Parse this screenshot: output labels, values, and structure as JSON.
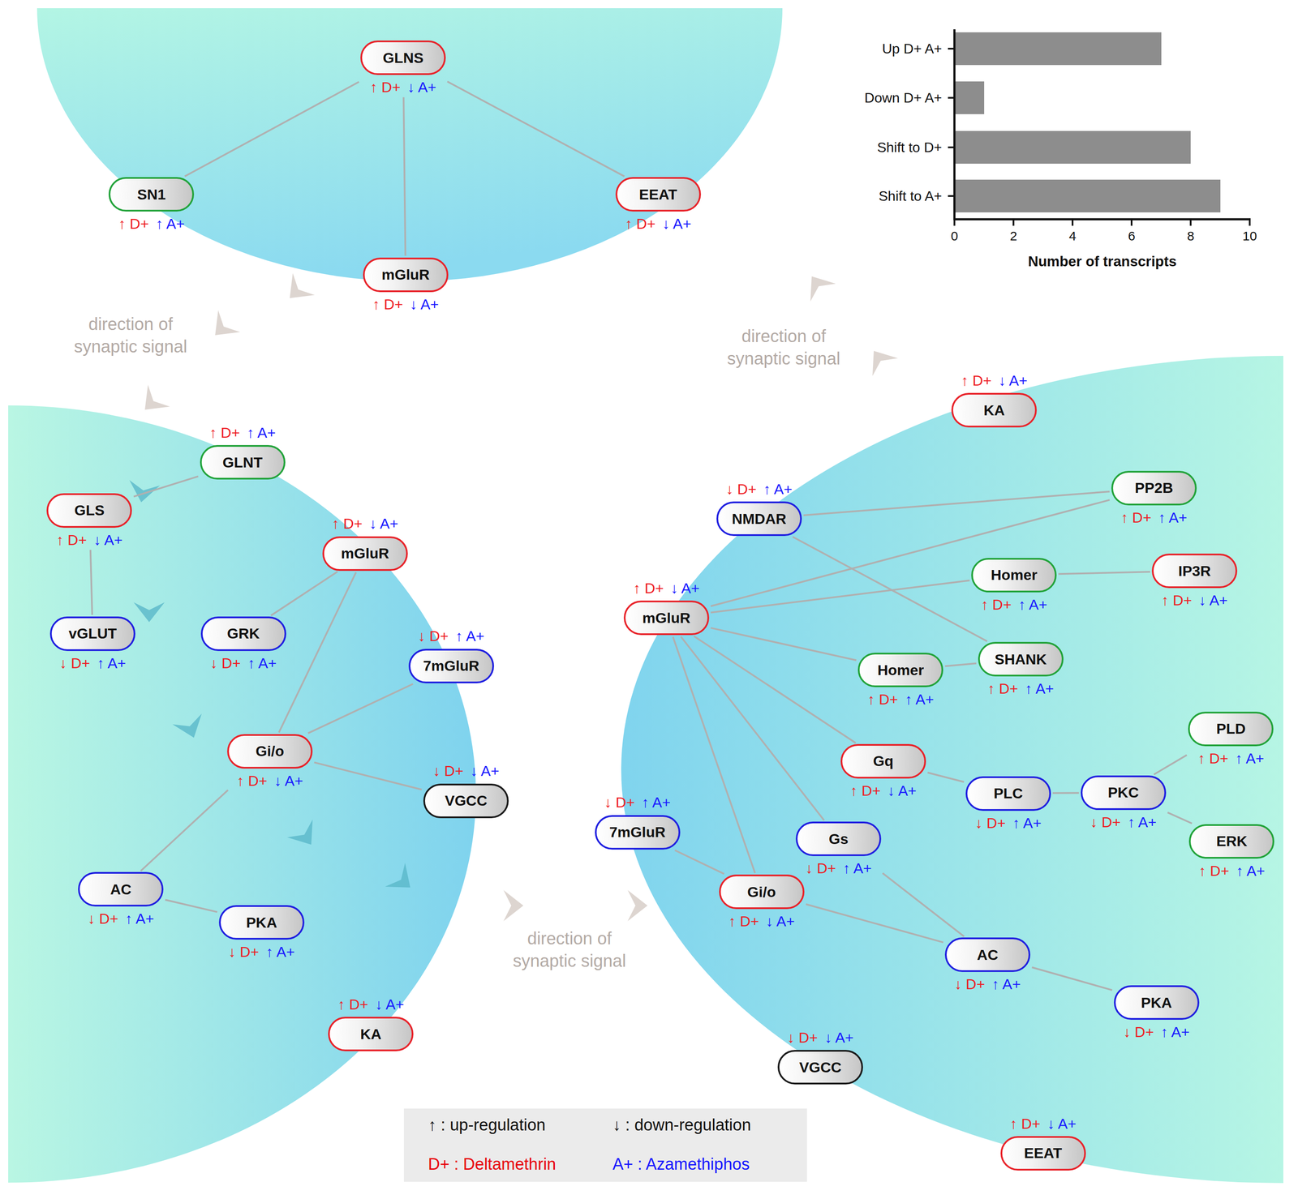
{
  "diagram": {
    "nodes": [
      {
        "text": [
          "GLNS",
          "↑ D+",
          "↓ A+"
        ]
      },
      {
        "text": [
          "SN1",
          "↑ D+",
          "↑ A+"
        ]
      },
      {
        "text": [
          "EEAT",
          "↑ D+",
          "↓ A+"
        ]
      },
      {
        "text": [
          "mGluR",
          "↑ D+",
          "↓ A+"
        ]
      },
      {
        "text": [
          "GLNT",
          "↑ D+",
          "↑ A+"
        ]
      },
      {
        "text": [
          "GLS",
          "↑ D+",
          "↓ A+"
        ]
      },
      {
        "text": [
          "mGluR",
          "↑ D+",
          "↓ A+"
        ]
      },
      {
        "text": [
          "vGLUT",
          "↓ D+",
          "↑ A+"
        ]
      },
      {
        "text": [
          "GRK",
          "↓ D+",
          "↑ A+"
        ]
      },
      {
        "text": [
          "7mGluR",
          "↓ D+",
          "↑ A+"
        ]
      },
      {
        "text": [
          "Gi/o",
          "↑ D+",
          "↓ A+"
        ]
      },
      {
        "text": [
          "VGCC",
          "↓ D+",
          "↓ A+"
        ]
      },
      {
        "text": [
          "AC",
          "↓ D+",
          "↑ A+"
        ]
      },
      {
        "text": [
          "PKA",
          "↓ D+",
          "↑ A+"
        ]
      },
      {
        "text": [
          "KA",
          "↑ D+",
          "↓ A+"
        ]
      },
      {
        "text": [
          "KA",
          "↑ D+",
          "↓ A+"
        ]
      },
      {
        "text": [
          "NMDAR",
          "↓ D+",
          "↑ A+"
        ]
      },
      {
        "text": [
          "PP2B",
          "↑ D+",
          "↑ A+"
        ]
      },
      {
        "text": [
          "mGluR",
          "↑ D+",
          "↓ A+"
        ]
      },
      {
        "text": [
          "Homer",
          "↑ D+",
          "↑ A+"
        ]
      },
      {
        "text": [
          "IP3R",
          "↑ D+",
          "↓ A+"
        ]
      },
      {
        "text": [
          "SHANK",
          "↑ D+",
          "↑ A+"
        ]
      },
      {
        "text": [
          "Homer",
          "↑ D+",
          "↑ A+"
        ]
      },
      {
        "text": [
          "Gq",
          "↑ D+",
          "↓ A+"
        ]
      },
      {
        "text": [
          "PLC",
          "↓ D+",
          "↑ A+"
        ]
      },
      {
        "text": [
          "PKC",
          "↓ D+",
          "↑ A+"
        ]
      },
      {
        "text": [
          "PLD",
          "↑ D+",
          "↑ A+"
        ]
      },
      {
        "text": [
          "ERK",
          "↑ D+",
          "↑ A+"
        ]
      },
      {
        "text": [
          "7mGluR",
          "↓ D+",
          "↑ A+"
        ]
      },
      {
        "text": [
          "Gs",
          "↓ D+",
          "↑ A+"
        ]
      },
      {
        "text": [
          "Gi/o",
          "↑ D+",
          "↓ A+"
        ]
      },
      {
        "text": [
          "AC",
          "↓ D+",
          "↑ A+"
        ]
      },
      {
        "text": [
          "PKA",
          "↓ D+",
          "↑ A+"
        ]
      },
      {
        "text": [
          "VGCC",
          "↓ D+",
          "↓ A+"
        ]
      },
      {
        "text": [
          "EEAT",
          "↑ D+",
          "↓ A+"
        ]
      }
    ],
    "edges": [
      {
        "from": 0,
        "to": 1,
        "arrow": "none"
      },
      {
        "from": 0,
        "to": 3,
        "arrow": "none"
      },
      {
        "from": 0,
        "to": 2,
        "arrow": "none"
      },
      {
        "from": 4,
        "to": 5,
        "arrow": "none"
      },
      {
        "from": 5,
        "to": 7,
        "arrow": "none"
      },
      {
        "from": 6,
        "to": 8,
        "arrow": "none"
      },
      {
        "from": 6,
        "to": 10,
        "arrow": "none"
      },
      {
        "from": 9,
        "to": 10,
        "arrow": "none"
      },
      {
        "from": 10,
        "to": 11,
        "arrow": "none"
      },
      {
        "from": 10,
        "to": 12,
        "arrow": "none"
      },
      {
        "from": 12,
        "to": 13,
        "arrow": "none"
      },
      {
        "from": 16,
        "to": 17,
        "arrow": "none"
      },
      {
        "from": 16,
        "to": 21,
        "arrow": "none"
      },
      {
        "from": 18,
        "to": 17,
        "arrow": "none"
      },
      {
        "from": 18,
        "to": 19,
        "arrow": "none"
      },
      {
        "from": 19,
        "to": 20,
        "arrow": "none"
      },
      {
        "from": 18,
        "to": 22,
        "arrow": "none"
      },
      {
        "from": 22,
        "to": 21,
        "arrow": "none"
      },
      {
        "from": 18,
        "to": 23,
        "arrow": "none"
      },
      {
        "from": 23,
        "to": 24,
        "arrow": "none"
      },
      {
        "from": 24,
        "to": 25,
        "arrow": "none"
      },
      {
        "from": 25,
        "to": 26,
        "arrow": "none"
      },
      {
        "from": 25,
        "to": 27,
        "arrow": "none"
      },
      {
        "from": 18,
        "to": 29,
        "arrow": "none"
      },
      {
        "from": 18,
        "to": 30,
        "arrow": "none"
      },
      {
        "from": 28,
        "to": 30,
        "arrow": "none"
      },
      {
        "from": 29,
        "to": 31,
        "arrow": "none"
      },
      {
        "from": 30,
        "to": 31,
        "arrow": "none"
      },
      {
        "from": 31,
        "to": 32,
        "arrow": "none"
      }
    ],
    "labels": [
      "direction of synaptic signal",
      "direction of synaptic signal",
      "direction of synaptic signal",
      "Up D+ A+",
      "Down D+ A+",
      "Shift to D+",
      "Shift to A+",
      "0",
      "2",
      "4",
      "6",
      "8",
      "10",
      "Number of transcripts"
    ],
    "legend": [
      {
        "text": "↑ : up-regulation"
      },
      {
        "text": "↓ : down-regulation"
      },
      {
        "text": "D+ : Deltamethrin"
      },
      {
        "text": "A+ : Azamethiphos"
      }
    ]
  }
}
